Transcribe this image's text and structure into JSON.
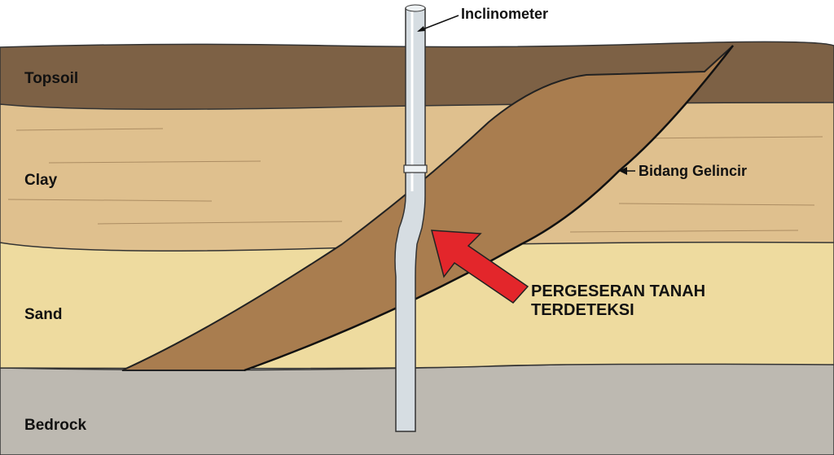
{
  "title": "Inclinometer slope displacement diagram",
  "layers": [
    {
      "name": "Topsoil",
      "color": "#7d6145"
    },
    {
      "name": "Clay",
      "color": "#dfc08e"
    },
    {
      "name": "Sand",
      "color": "#eedb9f"
    },
    {
      "name": "Bedrock",
      "color": "#bdb9b1"
    }
  ],
  "labels": {
    "inclinometer": "Inclinometer",
    "slip_plane": "Bidang Gelincir",
    "displacement_line1": "PERGESERAN TANAH",
    "displacement_line2": "TERDETEKSI"
  },
  "colors": {
    "slide_mass": "#a97d4f",
    "arrow": "#e3262b",
    "pipe": "#d6dde2"
  }
}
